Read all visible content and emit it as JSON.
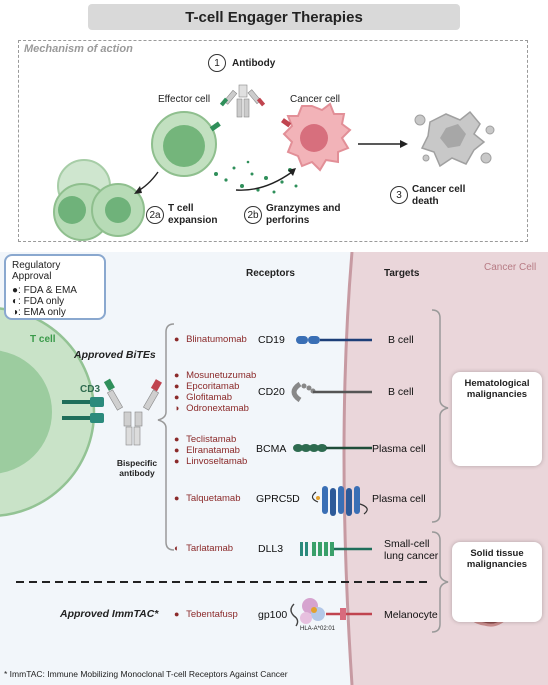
{
  "title": "T-cell Engager Therapies",
  "moa": {
    "label": "Mechanism of action",
    "step1_num": "1",
    "step1_label": "Antibody",
    "effector": "Effector cell",
    "cancer": "Cancer cell",
    "step2a_num": "2a",
    "step2a_label": "T cell expansion",
    "step2b_num": "2b",
    "step2b_label": "Granzymes and perforins",
    "step3_num": "3",
    "step3_label": "Cancer cell death"
  },
  "regulatory": {
    "title": "Regulatory Approval",
    "items": [
      ": FDA & EMA",
      ": FDA only",
      ": EMA only"
    ],
    "symbols": [
      "●",
      "◐",
      "◑"
    ]
  },
  "lower": {
    "tcell": "T cell",
    "cancer_cell": "Cancer Cell",
    "receptors_header": "Receptors",
    "targets_header": "Targets",
    "approved_bites": "Approved BiTEs",
    "cd3": "CD3",
    "bispecific": "Bispecific antibody",
    "approved_immtac": "Approved ImmTAC*",
    "hla": "HLA-A*02:01"
  },
  "rows": [
    {
      "drugs": [
        {
          "sym": "●",
          "name": "Blinatumomab"
        }
      ],
      "receptor": "CD19",
      "target": "B cell"
    },
    {
      "drugs": [
        {
          "sym": "●",
          "name": "Mosunetuzumab"
        },
        {
          "sym": "●",
          "name": "Epcoritamab"
        },
        {
          "sym": "●",
          "name": "Glofitamab"
        },
        {
          "sym": "◑",
          "name": "Odronextamab"
        }
      ],
      "receptor": "CD20",
      "target": "B cell"
    },
    {
      "drugs": [
        {
          "sym": "●",
          "name": "Teclistamab"
        },
        {
          "sym": "●",
          "name": "Elranatamab"
        },
        {
          "sym": "●",
          "name": "Linvoseltamab"
        }
      ],
      "receptor": "BCMA",
      "target": "Plasma cell"
    },
    {
      "drugs": [
        {
          "sym": "●",
          "name": "Talquetamab"
        }
      ],
      "receptor": "GPRC5D",
      "target": "Plasma cell"
    },
    {
      "drugs": [
        {
          "sym": "◐",
          "name": "Tarlatamab"
        }
      ],
      "receptor": "DLL3",
      "target": "Small-cell lung cancer"
    },
    {
      "drugs": [
        {
          "sym": "●",
          "name": "Tebentafusp"
        }
      ],
      "receptor": "gp100",
      "target": "Melanocyte"
    }
  ],
  "malignancies": {
    "hematological": "Hematological malignancies",
    "solid": "Solid tissue malignancies"
  },
  "footnote": "* ImmTAC: Immune Mobilizing Monoclonal T-cell Receptors Against Cancer"
}
